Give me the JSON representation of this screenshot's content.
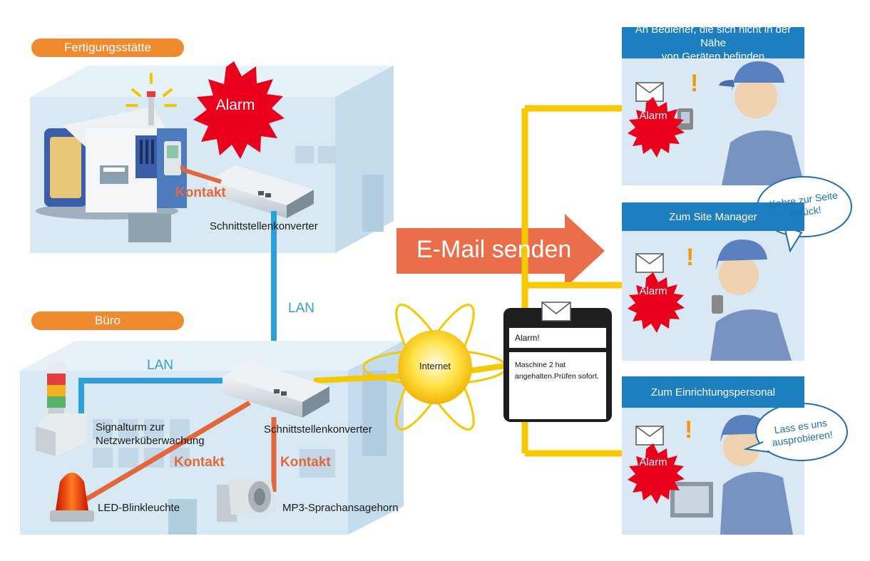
{
  "factory": {
    "title": "Fertigungsstätte",
    "alarm": "Alarm",
    "kontakt": "Kontakt",
    "converter": "Schnittstellenkonverter"
  },
  "network": {
    "lan_vertical": "LAN",
    "lan_office": "LAN",
    "internet": "Internet",
    "email": "E-Mail senden"
  },
  "office": {
    "title": "Büro",
    "converter": "Schnittstellenkonverter",
    "tower_line1": "Signalturm zur",
    "tower_line2": "Netzwerküberwachung",
    "kontakt_left": "Kontakt",
    "kontakt_right": "Kontakt",
    "led": "LED-Blinkleuchte",
    "horn": "MP3-Sprachansagehorn"
  },
  "phone": {
    "title": "Alarm!",
    "line1": "Maschine 2 hat",
    "line2": "angehalten.Prüfen sofort."
  },
  "panels": [
    {
      "heading_line1": "An Bediener, die sich nicht in der Nähe",
      "heading_line2": "von Geräten befinden",
      "alarm": "Alarm"
    },
    {
      "heading": "Zum Site Manager",
      "alarm": "Alarm"
    },
    {
      "heading": "Zum Einrichtungspersonal",
      "alarm": "Alarm"
    }
  ],
  "bubbles": [
    {
      "line1": "Kehre zur Seite",
      "line2": "zurück!"
    },
    {
      "line1": "Lass es uns",
      "line2": "ausprobieren!"
    }
  ],
  "colors": {
    "orange": "#ef8a2e",
    "blue_line": "#2f9fd8",
    "yellow_line": "#f5c800",
    "kontakt_orange": "#e2673a",
    "alarm_red": "#e8001c",
    "panel_blue": "#1d7fc0",
    "building": "#d4e6f2"
  }
}
